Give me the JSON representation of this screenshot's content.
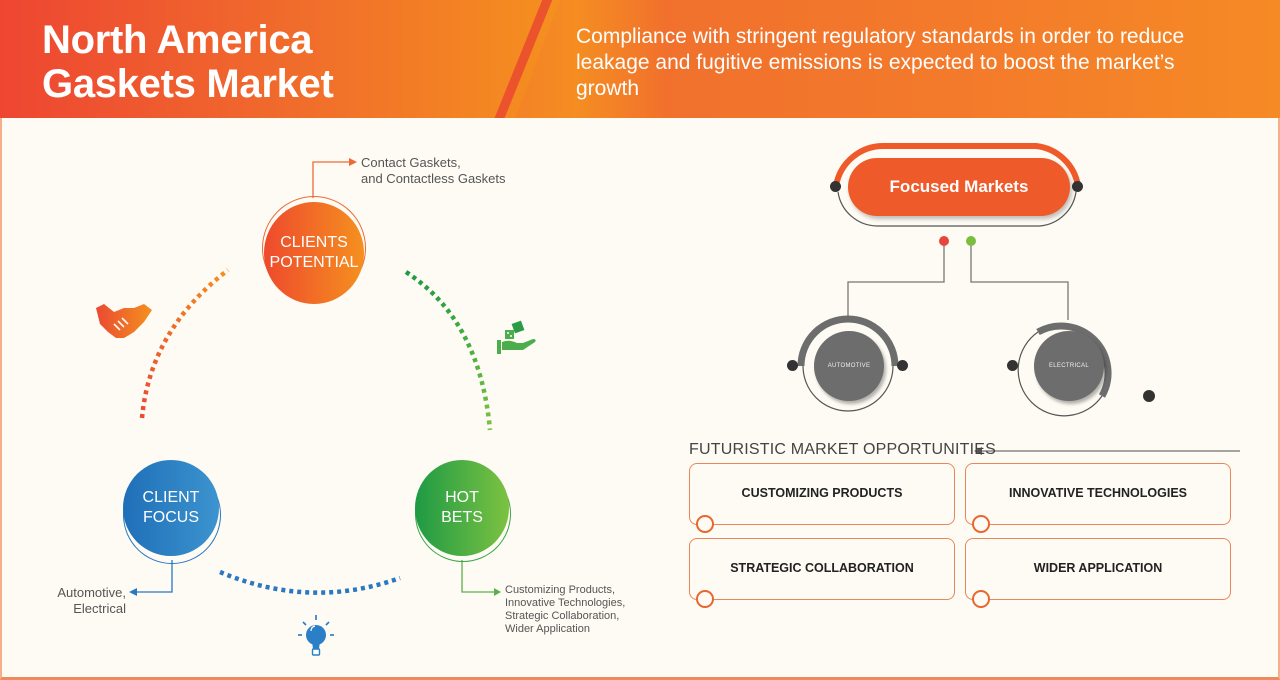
{
  "header": {
    "title_line1": "North America",
    "title_line2": "Gaskets Market",
    "tagline": "Compliance with stringent regulatory standards in order to reduce leakage and fugitive emissions is expected to boost the market’s growth"
  },
  "cycle": {
    "clients_potential": {
      "label_line1": "CLIENTS",
      "label_line2": "POTENTIAL",
      "note_line1": "Contact Gaskets,",
      "note_line2": "and Contactless Gaskets",
      "color_start": "#ee4a2d",
      "color_end": "#f5901f"
    },
    "client_focus": {
      "label_line1": "CLIENT",
      "label_line2": "FOCUS",
      "note_line1": "Automotive,",
      "note_line2": "Electrical",
      "color_start": "#1f6fb8",
      "color_end": "#3c94cf"
    },
    "hot_bets": {
      "label_line1": "HOT",
      "label_line2": "BETS",
      "note_lines": [
        "Customizing Products,",
        "Innovative Technologies,",
        "Strategic Collaboration,",
        "Wider Application"
      ],
      "color_start": "#1e9a44",
      "color_end": "#7cc242"
    },
    "icons": {
      "handshake": "handshake-icon",
      "dice": "dice-hand-icon",
      "bulb": "lightbulb-icon"
    }
  },
  "focused_markets": {
    "title": "Focused Markets",
    "markets": [
      {
        "label": "AUTOMOTIVE"
      },
      {
        "label": "ELECTRICAL"
      }
    ],
    "accent": "#ef5a2a"
  },
  "opportunities": {
    "title": "FUTURISTIC MARKET OPPORTUNITIES",
    "items": [
      {
        "label": "CUSTOMIZING PRODUCTS"
      },
      {
        "label": "INNOVATIVE TECHNOLOGIES"
      },
      {
        "label": "STRATEGIC COLLABORATION"
      },
      {
        "label": "WIDER APPLICATION"
      }
    ]
  }
}
